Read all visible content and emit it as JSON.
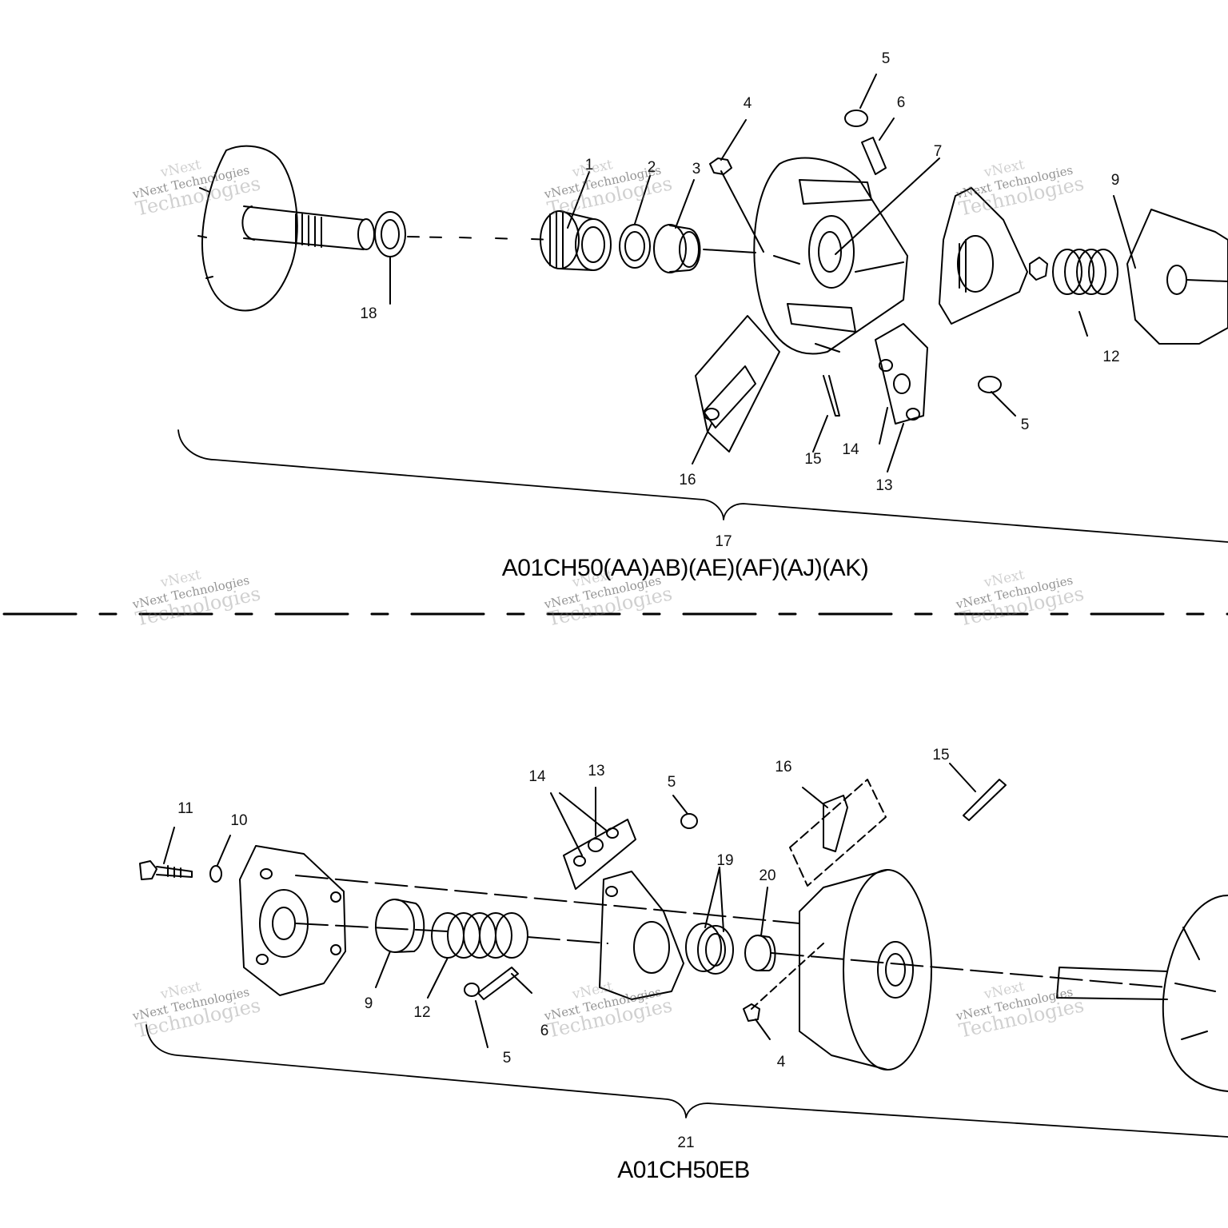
{
  "top_assembly": {
    "model_code": "A01CH50(AA)AB)(AE)(AF)(AJ)(AK)",
    "callouts": [
      "1",
      "2",
      "3",
      "4",
      "5",
      "6",
      "7",
      "9",
      "12",
      "5",
      "13",
      "14",
      "15",
      "16",
      "17",
      "18"
    ]
  },
  "bottom_assembly": {
    "model_code": "A01CH50EB",
    "callouts": [
      "11",
      "10",
      "14",
      "13",
      "5",
      "16",
      "15",
      "19",
      "20",
      "9",
      "12",
      "6",
      "5",
      "4",
      "21"
    ]
  },
  "watermark": {
    "line1": "vNext",
    "line2": "vNext Technologies",
    "line3": "Technologies"
  },
  "colors": {
    "ink": "#000000",
    "background": "#ffffff",
    "watermark": "#9a9a9a"
  }
}
